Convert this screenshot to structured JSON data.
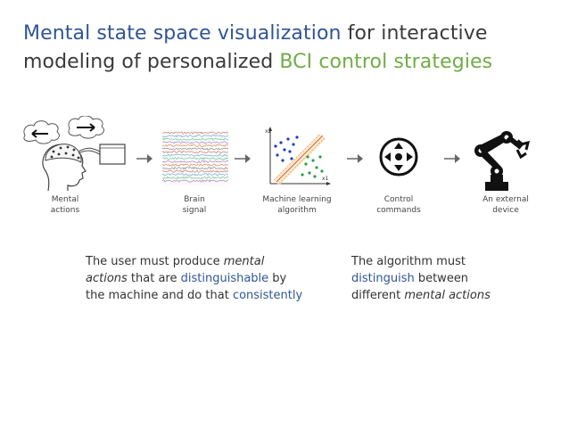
{
  "title": {
    "part1_highlight": "Mental state space visualization",
    "part2": " for interactive modeling of personalized ",
    "part3_highlight": "BCI control strategies"
  },
  "pipeline": {
    "stages": [
      {
        "label_line1": "Mental",
        "label_line2": "actions",
        "icon": "head-with-eeg-cap-icon"
      },
      {
        "label_line1": "Brain",
        "label_line2": "signal",
        "icon": "eeg-signal-icon"
      },
      {
        "label_line1": "Machine learning",
        "label_line2": "algorithm",
        "icon": "scatter-classifier-icon"
      },
      {
        "label_line1": "Control",
        "label_line2": "commands",
        "icon": "direction-pad-icon"
      },
      {
        "label_line1": "An external",
        "label_line2": "device",
        "icon": "robot-arm-icon"
      }
    ],
    "axis_x": "x1",
    "axis_y": "x2"
  },
  "notes": {
    "left": {
      "t1": "The user must produce ",
      "t2": "mental",
      "t3": "actions",
      "t4": " that are ",
      "t5": "distinguishable",
      "t6": " by",
      "t7": "the machine and do that ",
      "t8": "consistently"
    },
    "right": {
      "t1": "The algorithm must",
      "t2": "distinguish",
      "t3": " between",
      "t4": "different ",
      "t5": "mental actions"
    }
  },
  "colors": {
    "title_blue": "#2f5597",
    "title_green": "#70ad47",
    "arrow": "#666666"
  }
}
